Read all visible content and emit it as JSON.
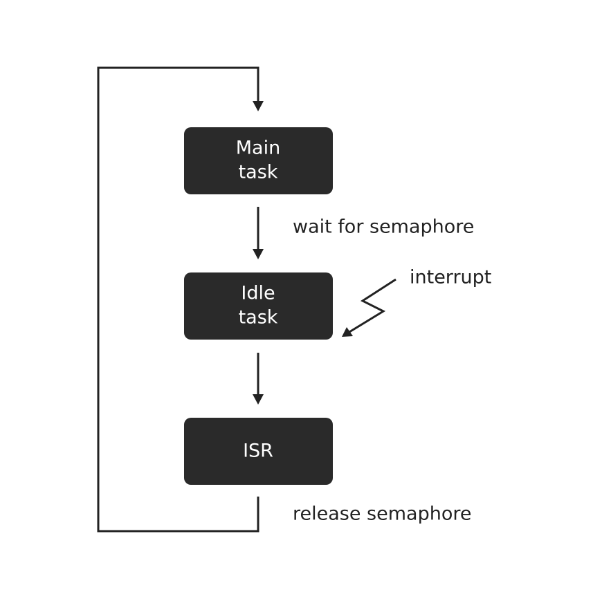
{
  "nodes": {
    "main_task": {
      "lines": [
        "Main",
        "task"
      ]
    },
    "idle_task": {
      "lines": [
        "Idle",
        "task"
      ]
    },
    "isr": {
      "lines": [
        "ISR"
      ]
    }
  },
  "edges": {
    "main_to_idle": {
      "label": "wait for semaphore"
    },
    "interrupt": {
      "label": "interrupt"
    },
    "isr_loop": {
      "label": "release semaphore"
    }
  },
  "colors": {
    "node_fill": "#2a2a2a",
    "node_text": "#ffffff",
    "line": "#222222",
    "background": "#ffffff"
  }
}
